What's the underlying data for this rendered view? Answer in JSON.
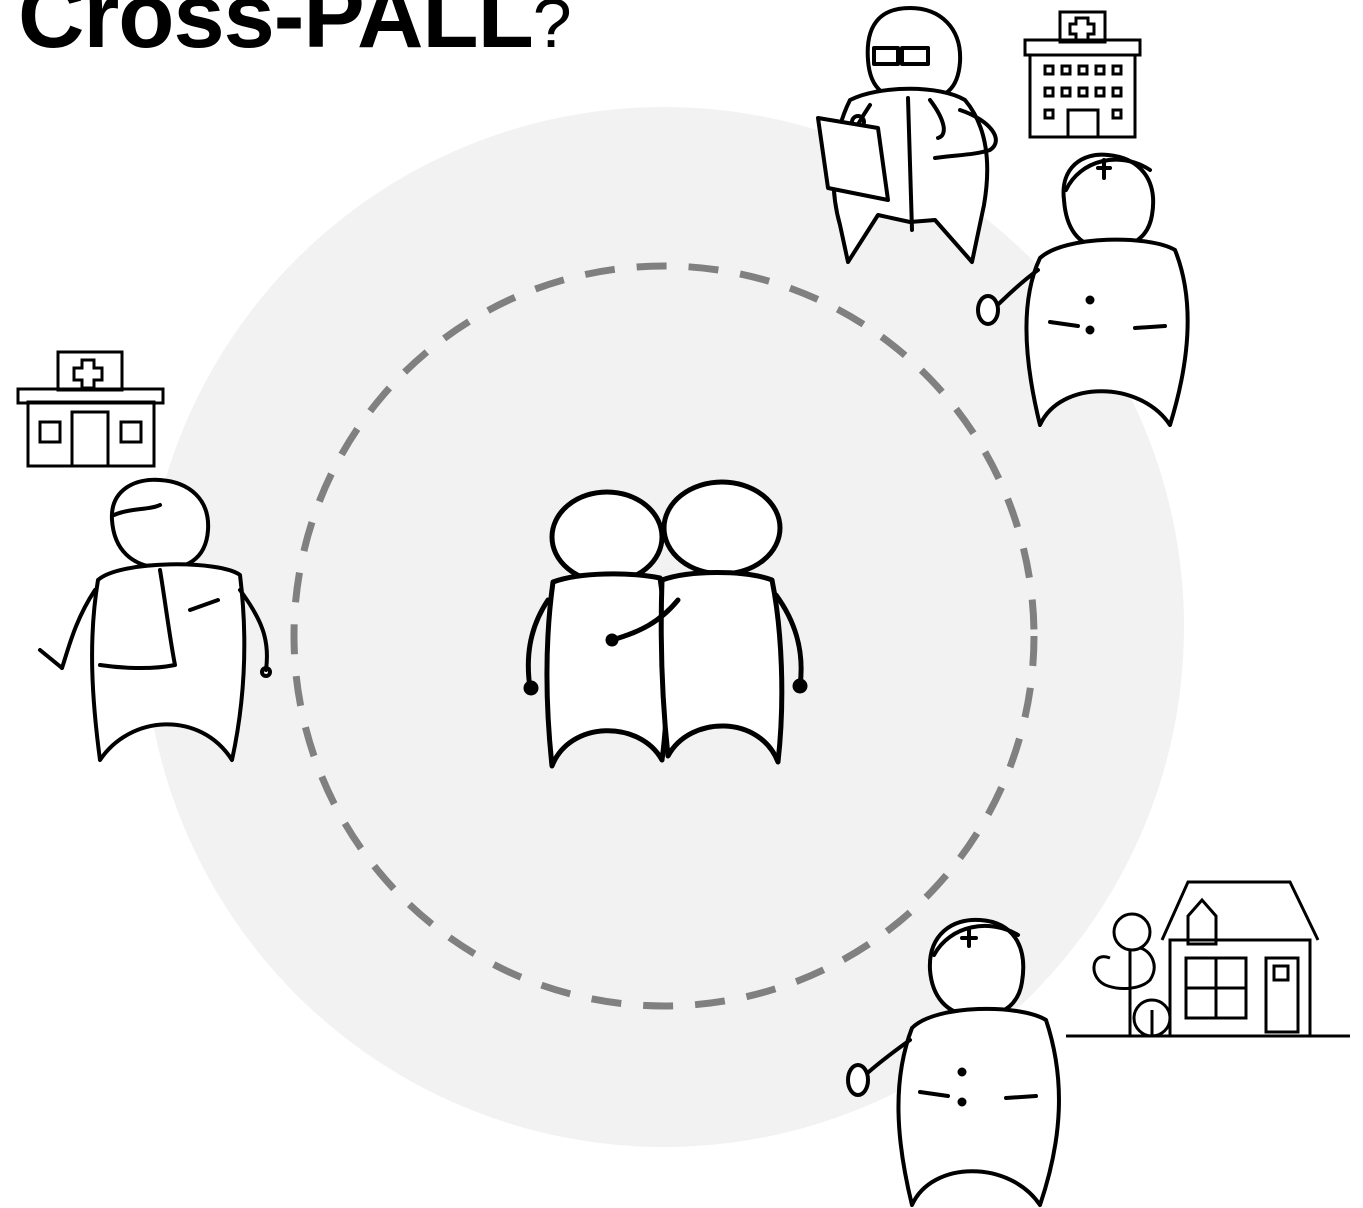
{
  "title": {
    "main": "Cross-PALL",
    "suffix": "?"
  },
  "colors": {
    "background": "#ffffff",
    "outer_circle": "#f2f2f2",
    "dashed_ring": "#808080",
    "ink": "#000000"
  },
  "figures": {
    "center": "patient-and-caregiver-pair",
    "top_right_doctor": "doctor-with-clipboard-and-stethoscope",
    "top_right_building": "hospital-building-icon",
    "right_nurse": "nurse-with-cup",
    "left_building": "clinic-building-icon",
    "left_person": "gp-with-phone",
    "bottom_nurse": "home-care-nurse-with-cup",
    "bottom_house": "house-with-trees-icon"
  }
}
